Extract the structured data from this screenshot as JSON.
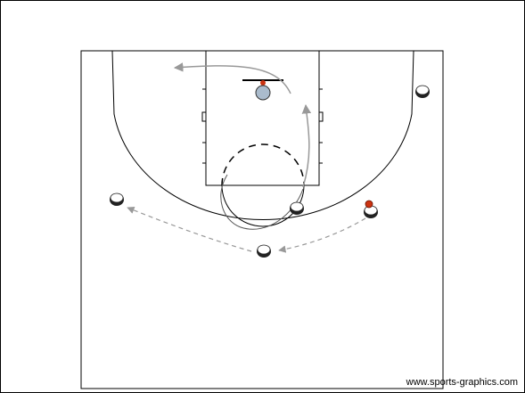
{
  "diagram": {
    "watermark": "www.sports-graphics.com",
    "colors": {
      "court_lines": "#000000",
      "pass_arrow": "#999999",
      "cut_arrow": "#999999",
      "ball": "#cc3311",
      "player_top": "#ffffff",
      "player_bottom": "#222222",
      "defender": "#aabbcc"
    },
    "players": [
      {
        "id": "wing-right-high"
      },
      {
        "id": "wing-left"
      },
      {
        "id": "top-player"
      },
      {
        "id": "post-player"
      },
      {
        "id": "wing-right-ball"
      }
    ],
    "ball_holder": "wing-right-ball",
    "ball_at_rim": true
  }
}
